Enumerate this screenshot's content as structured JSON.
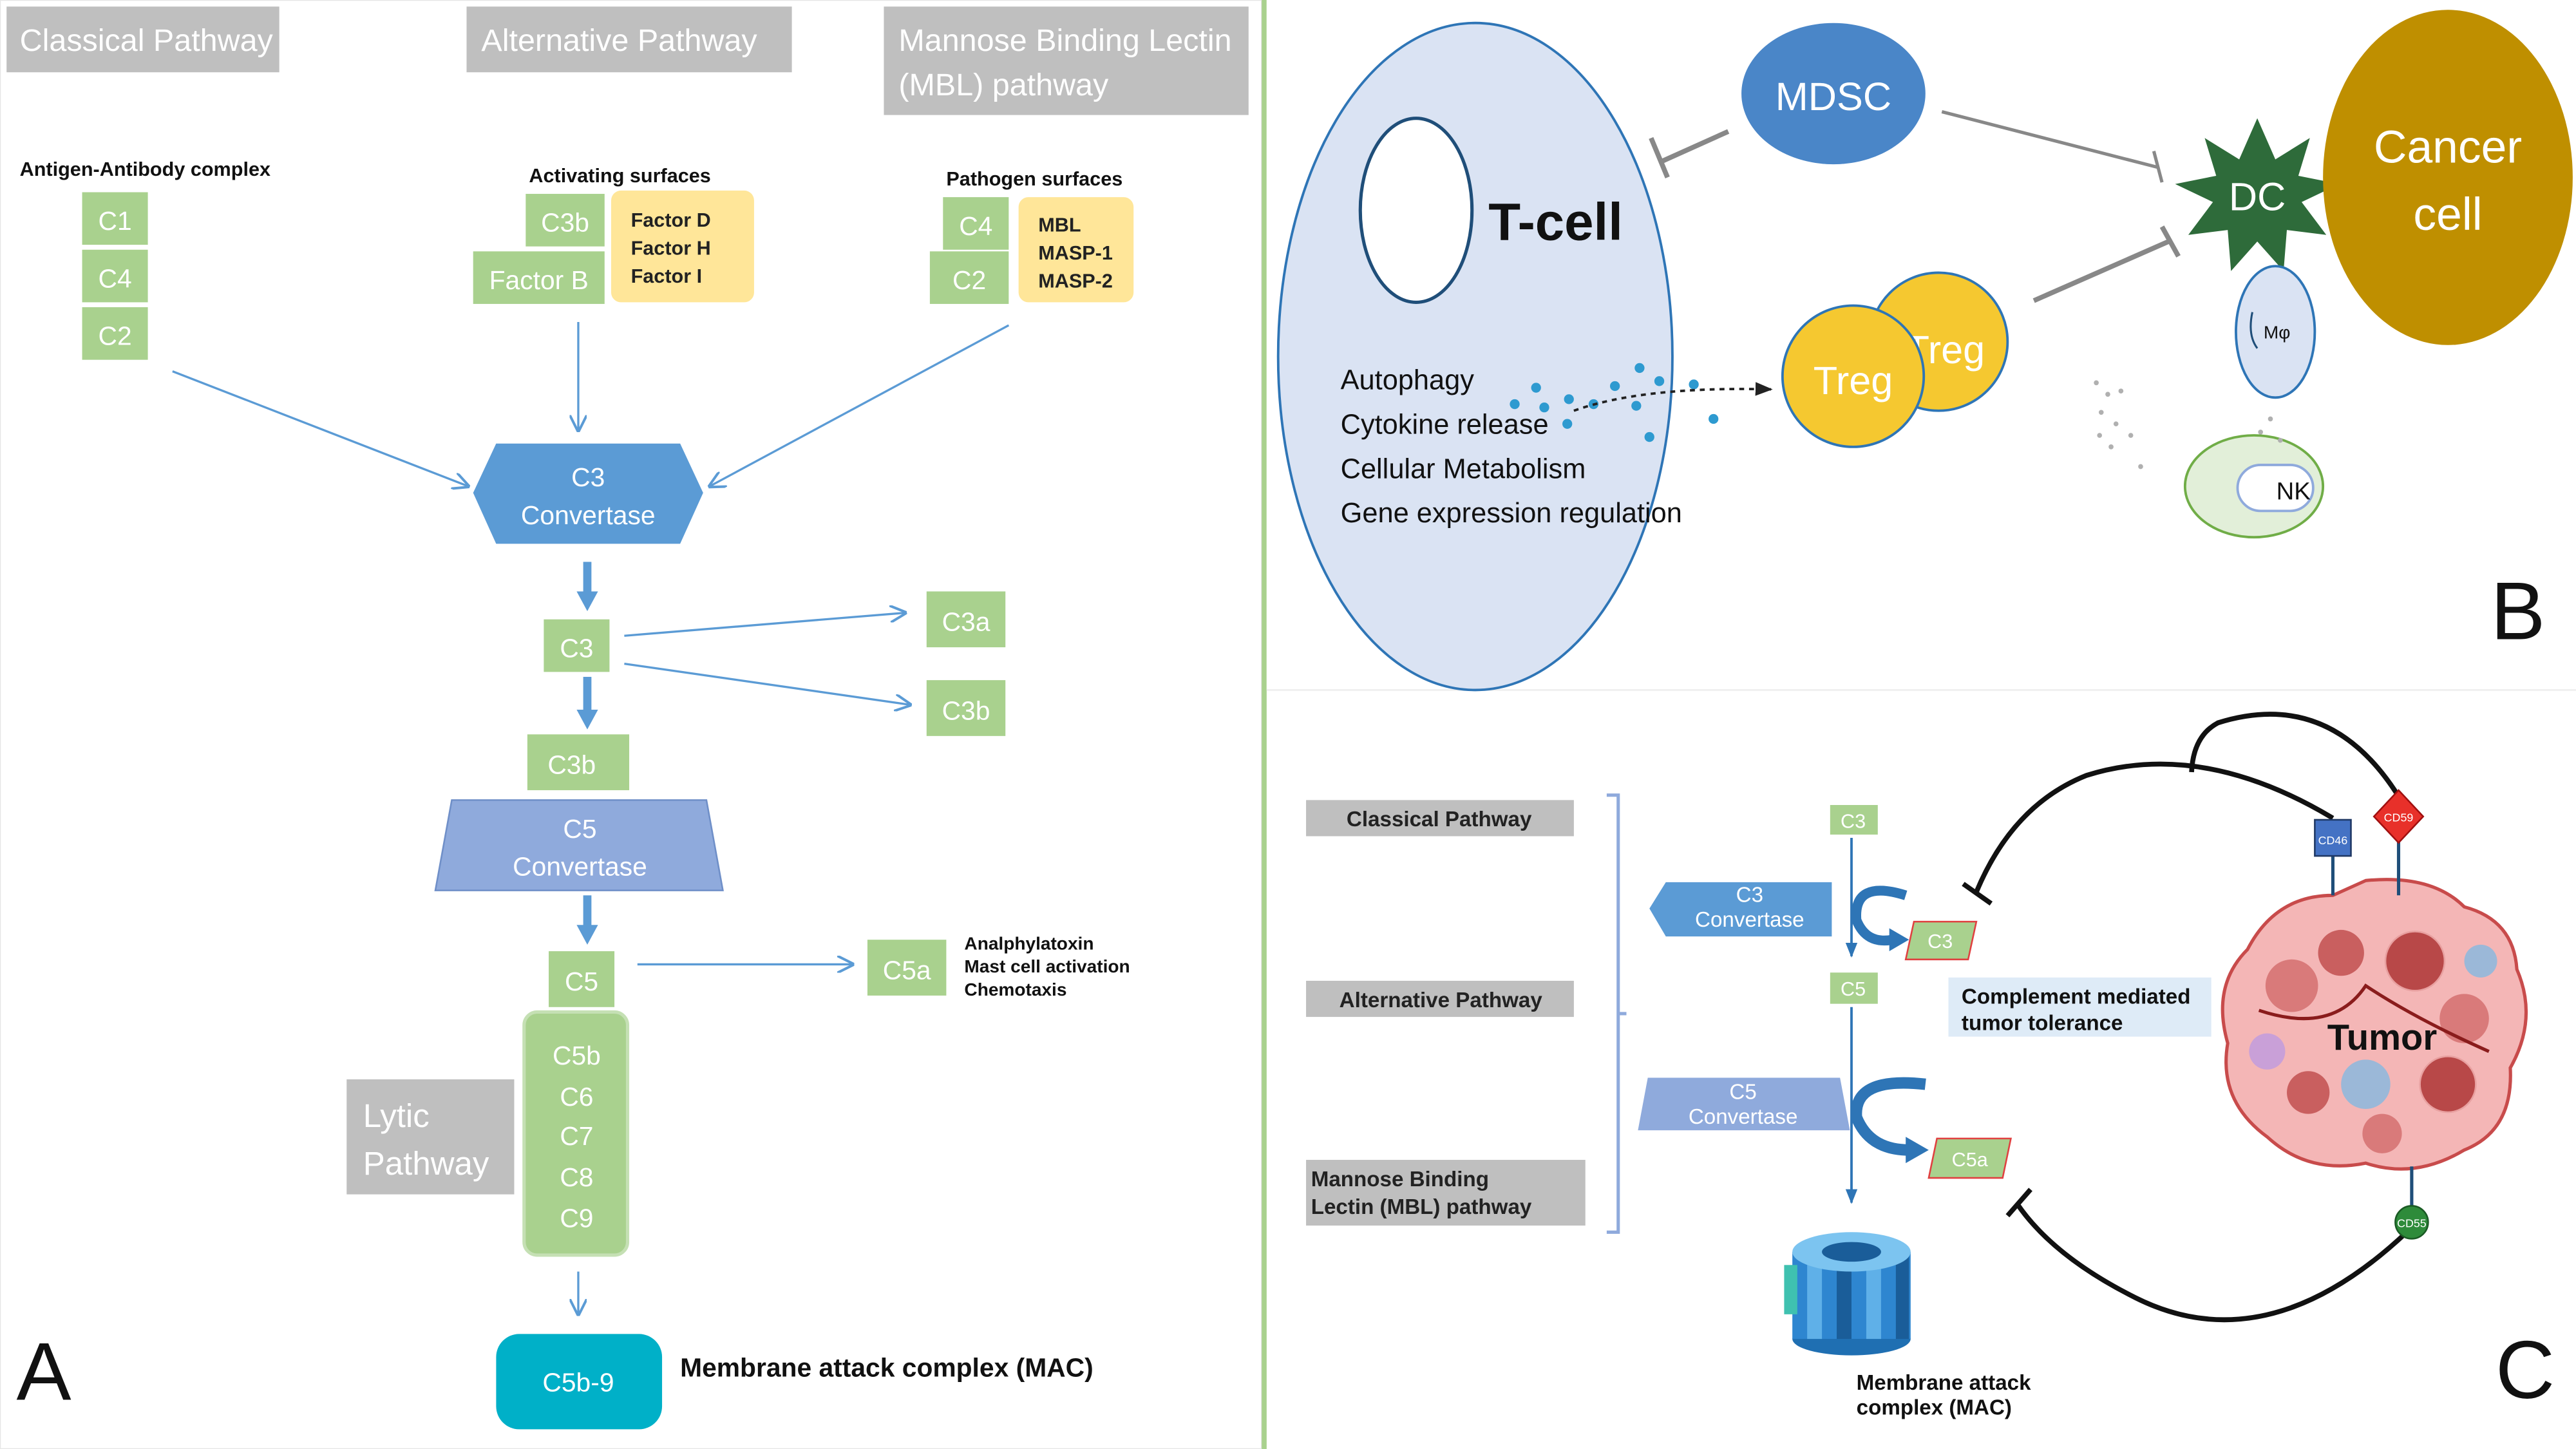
{
  "panel_a": {
    "letter": "A",
    "headers": {
      "classical": "Classical Pathway",
      "alternative": "Alternative Pathway",
      "mbl_line1": "Mannose Binding Lectin",
      "mbl_line2": "(MBL) pathway"
    },
    "classical": {
      "trigger": "Antigen-Antibody complex",
      "c1": "C1",
      "c4": "C4",
      "c2": "C2"
    },
    "alternative": {
      "trigger": "Activating surfaces",
      "c3b": "C3b",
      "factor_b": "Factor B",
      "factor_d": "Factor D",
      "factor_h": "Factor H",
      "factor_i": "Factor  I"
    },
    "mbl": {
      "trigger": "Pathogen surfaces",
      "c4": "C4",
      "c2": "C2",
      "mbl": "MBL",
      "masp1": "MASP-1",
      "masp2": "MASP-2"
    },
    "c3_convertase": {
      "line1": "C3",
      "line2": "Convertase"
    },
    "c3": "C3",
    "c3a": "C3a",
    "c3b_product": "C3b",
    "c3b_step": "C3b",
    "c5_convertase": {
      "line1": "C5",
      "line2": "Convertase"
    },
    "c5": "C5",
    "c5a": "C5a",
    "c5a_effects": {
      "line1": "Analphylatoxin",
      "line2": "Mast cell activation",
      "line3": "Chemotaxis"
    },
    "lytic": {
      "line1": "Lytic",
      "line2": "Pathway"
    },
    "terminal": [
      "C5b",
      "C6",
      "C7",
      "C8",
      "C9"
    ],
    "mac_box": "C5b-9",
    "mac_label": "Membrane attack complex (MAC)"
  },
  "panel_b": {
    "letter": "B",
    "tcell": "T-cell",
    "functions": [
      "Autophagy",
      "Cytokine release",
      "Cellular Metabolism",
      "Gene expression regulation"
    ],
    "mdsc": "MDSC",
    "treg_back": "Treg",
    "treg_front": "Treg",
    "dc": "DC",
    "cancer_line1": "Cancer",
    "cancer_line2": "cell",
    "macrophage": "Mφ",
    "nk": "NK"
  },
  "panel_c": {
    "letter": "C",
    "classical": "Classical Pathway",
    "alternative": "Alternative Pathway",
    "mbl_line1": "Mannose Binding",
    "mbl_line2": "Lectin (MBL) pathway",
    "c3_top": "C3",
    "c3_convertase": {
      "line1": "C3",
      "line2": "Convertase"
    },
    "c3_out": "C3",
    "c5": "C5",
    "c5_convertase": {
      "line1": "C5",
      "line2": "Convertase"
    },
    "c5a": "C5a",
    "tolerance_line1": "Complement mediated",
    "tolerance_line2": "tumor tolerance",
    "mac_line1": "Membrane attack",
    "mac_line2": "complex (MAC)",
    "tumor": "Tumor",
    "cd46": "CD46",
    "cd59": "CD59",
    "cd55": "CD55"
  },
  "colors": {
    "green_box": "#a9d18e",
    "gray_header": "#bfbfbf",
    "yellow_box": "#ffe699",
    "blue_hex": "#5b9bd5",
    "lilac_trap": "#8faadc",
    "cyan_mac": "#00b0c8",
    "arrow_blue": "#5b9bd5",
    "tcell_fill": "#dae3f3",
    "mdsc": "#4a86c8",
    "treg": "#f5c830",
    "dc": "#2e6b3a",
    "cancer": "#bf8f00",
    "divider": "#a9d18e"
  }
}
